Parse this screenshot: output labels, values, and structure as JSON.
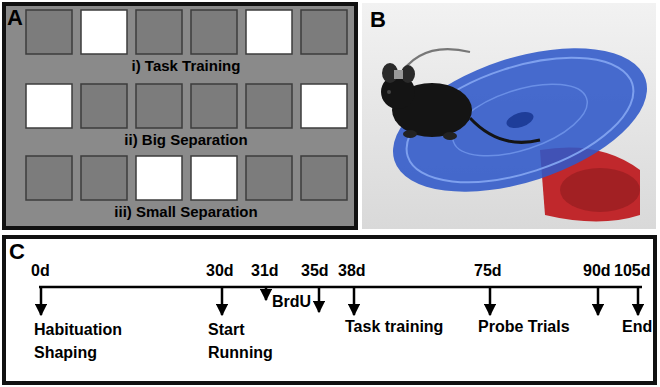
{
  "diagram": {
    "nodes": [
      {
        "text": [
          "A",
          "i) Task Training",
          "ii) Big Separation",
          "iii) Small Separation"
        ]
      },
      {
        "text": [
          "C",
          "0d",
          "30d",
          "31d",
          "35d",
          "38d",
          "75d",
          "90d",
          "105d",
          "Habituation Shaping",
          "Start Running",
          "BrdU",
          "Task training",
          "Probe Trials",
          "End"
        ]
      }
    ],
    "labels": [
      "B"
    ]
  }
}
